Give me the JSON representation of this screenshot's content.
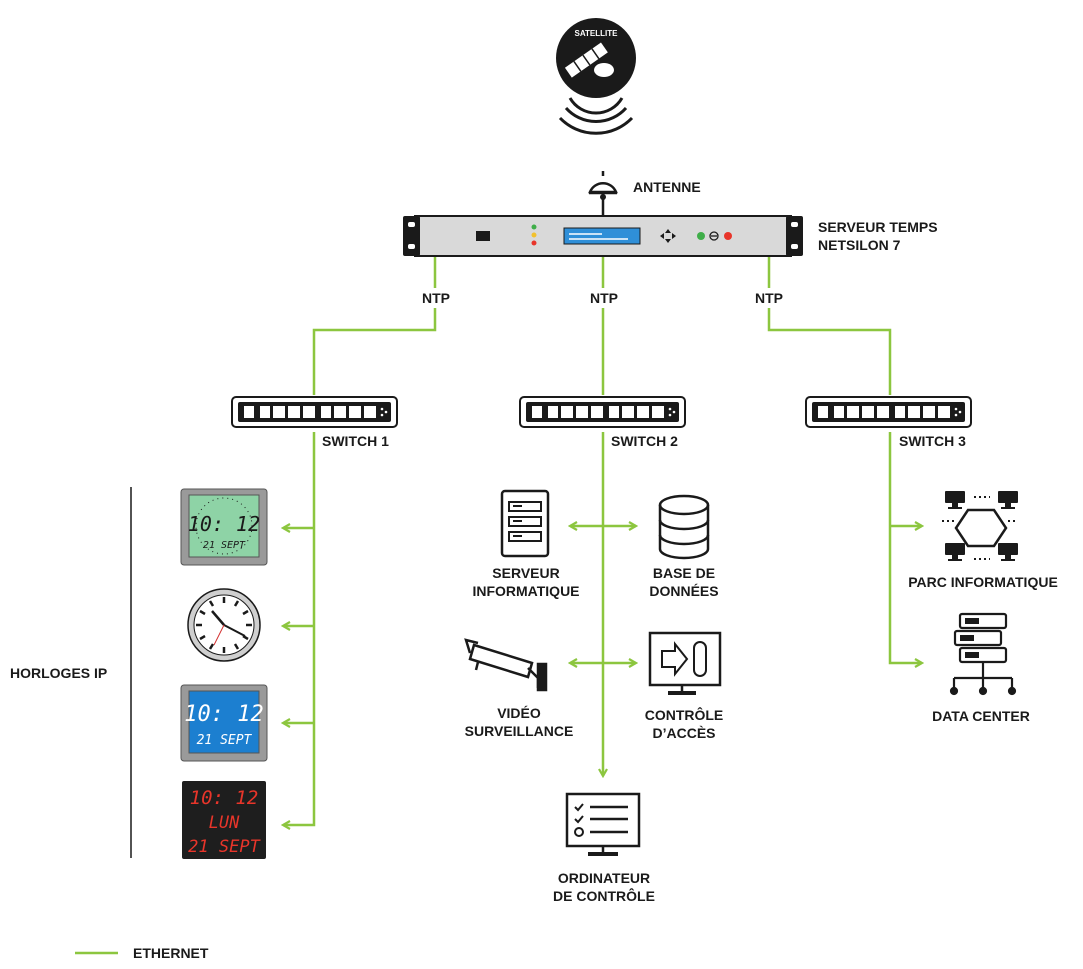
{
  "satellite": {
    "label": "SATELLITE",
    "icon": "satellite-icon"
  },
  "antenna": {
    "label": "ANTENNE",
    "icon": "antenna-icon"
  },
  "server": {
    "line1": "SERVEUR TEMPS",
    "line2": "NETSILON 7",
    "icon": "rack-server-icon"
  },
  "ntp_labels": [
    "NTP",
    "NTP",
    "NTP"
  ],
  "switches": [
    {
      "label": "SWITCH 1",
      "icon": "network-switch-icon"
    },
    {
      "label": "SWITCH 2",
      "icon": "network-switch-icon"
    },
    {
      "label": "SWITCH 3",
      "icon": "network-switch-icon"
    }
  ],
  "ip_clocks": {
    "group_label": "HORLOGES IP",
    "lcd_green": {
      "time": "10: 12",
      "date": "21 SEPT"
    },
    "analog": {
      "icon": "analog-clock-icon"
    },
    "lcd_blue": {
      "time": "10: 12",
      "date": "21 SEPT"
    },
    "led_red": {
      "time": "10: 12",
      "day": "LUN",
      "date": "21 SEPT"
    }
  },
  "switch2_devices": {
    "it_server": {
      "line1": "SERVEUR",
      "line2": "INFORMATIQUE",
      "icon": "server-tower-icon"
    },
    "database": {
      "line1": "BASE DE",
      "line2": "DONNÉES",
      "icon": "database-icon"
    },
    "video": {
      "line1": "VIDÉO",
      "line2": "SURVEILLANCE",
      "icon": "cctv-camera-icon"
    },
    "access": {
      "line1": "CONTRÔLE",
      "line2": "D’ACCÈS",
      "icon": "access-control-icon"
    },
    "control_pc": {
      "line1": "ORDINATEUR",
      "line2": "DE CONTRÔLE",
      "icon": "checklist-monitor-icon"
    }
  },
  "switch3_devices": {
    "it_park": {
      "label": "PARC INFORMATIQUE",
      "icon": "network-computers-icon"
    },
    "data_center": {
      "label": "DATA CENTER",
      "icon": "data-center-icon"
    }
  },
  "legend": {
    "label": "ETHERNET",
    "color": "#8cc63f"
  },
  "colors": {
    "ethernet": "#8cc63f",
    "lcd_green": "#8ed3a6",
    "lcd_blue": "#1c7fd0",
    "led_red": "#e8352a",
    "server_panel": "#2f8fd8"
  }
}
